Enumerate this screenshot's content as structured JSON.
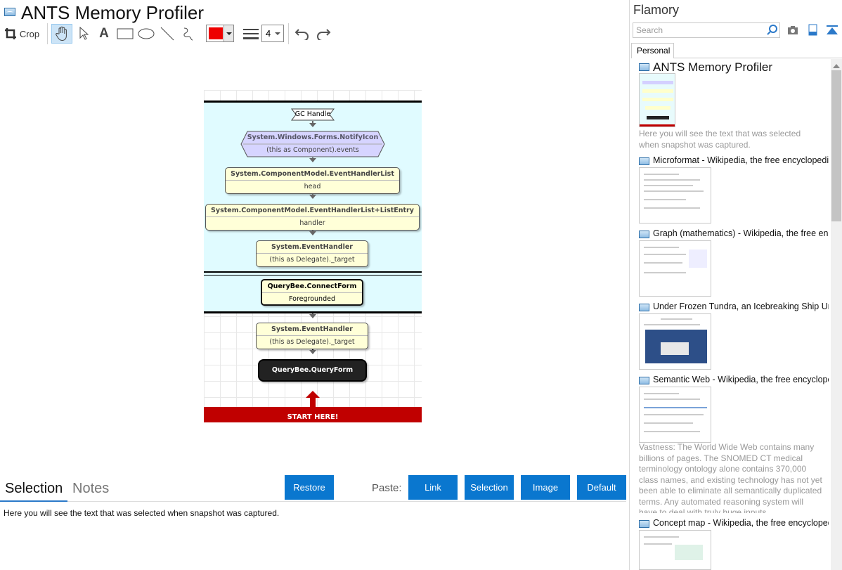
{
  "document": {
    "title": "ANTS Memory Profiler"
  },
  "toolbar": {
    "crop_label": "Crop",
    "line_width": "4",
    "color": "#ee0000"
  },
  "diagram": {
    "gc_handle": "GC Handle",
    "nodes": [
      {
        "header": "System.Windows.Forms.NotifyIcon",
        "body": "(this as Component).events"
      },
      {
        "header": "System.ComponentModel.EventHandlerList",
        "body": "head"
      },
      {
        "header": "System.ComponentModel.EventHandlerList+ListEntry",
        "body": "handler"
      },
      {
        "header": "System.EventHandler",
        "body": "(this as Delegate)._target"
      },
      {
        "header": "QueryBee.ConnectForm",
        "body": "Foregrounded"
      },
      {
        "header": "System.EventHandler",
        "body": "(this as Delegate)._target"
      },
      {
        "header": "QueryBee.QueryForm",
        "body": ""
      }
    ],
    "start_here": "START HERE!"
  },
  "bottom": {
    "tabs": [
      "Selection",
      "Notes"
    ],
    "restore_label": "Restore",
    "paste_label": "Paste:",
    "paste_buttons": [
      "Link",
      "Selection",
      "Image",
      "Default"
    ],
    "selection_text": "Here you will see the text that was selected when snapshot was captured."
  },
  "sidebar": {
    "brand": "Flamory",
    "search_placeholder": "Search",
    "tab": "Personal",
    "items": [
      {
        "title": "ANTS Memory Profiler",
        "note": "Here you will see the text that was selected when snapshot was captured."
      },
      {
        "title": "Microformat - Wikipedia, the free encyclopedia"
      },
      {
        "title": "Graph (mathematics) - Wikipedia, the free ency"
      },
      {
        "title": "Under Frozen Tundra, an Icebreaking Ship Unco"
      },
      {
        "title": "Semantic Web - Wikipedia, the free encycloped",
        "note": "Vastness: The World Wide Web contains many billions of pages. The SNOMED CT medical terminology ontology alone contains 370,000 class names, and existing technology has not yet been able to eliminate all semantically duplicated terms. Any automated reasoning system will have to deal with truly huge inputs."
      },
      {
        "title": "Concept map - Wikipedia, the free encyclopedi"
      }
    ]
  },
  "colors": {
    "accent": "#0a77cf",
    "start_bar": "#c00000",
    "diagram_bg": "#e0fbff",
    "node_bg": "#ffffd8"
  }
}
